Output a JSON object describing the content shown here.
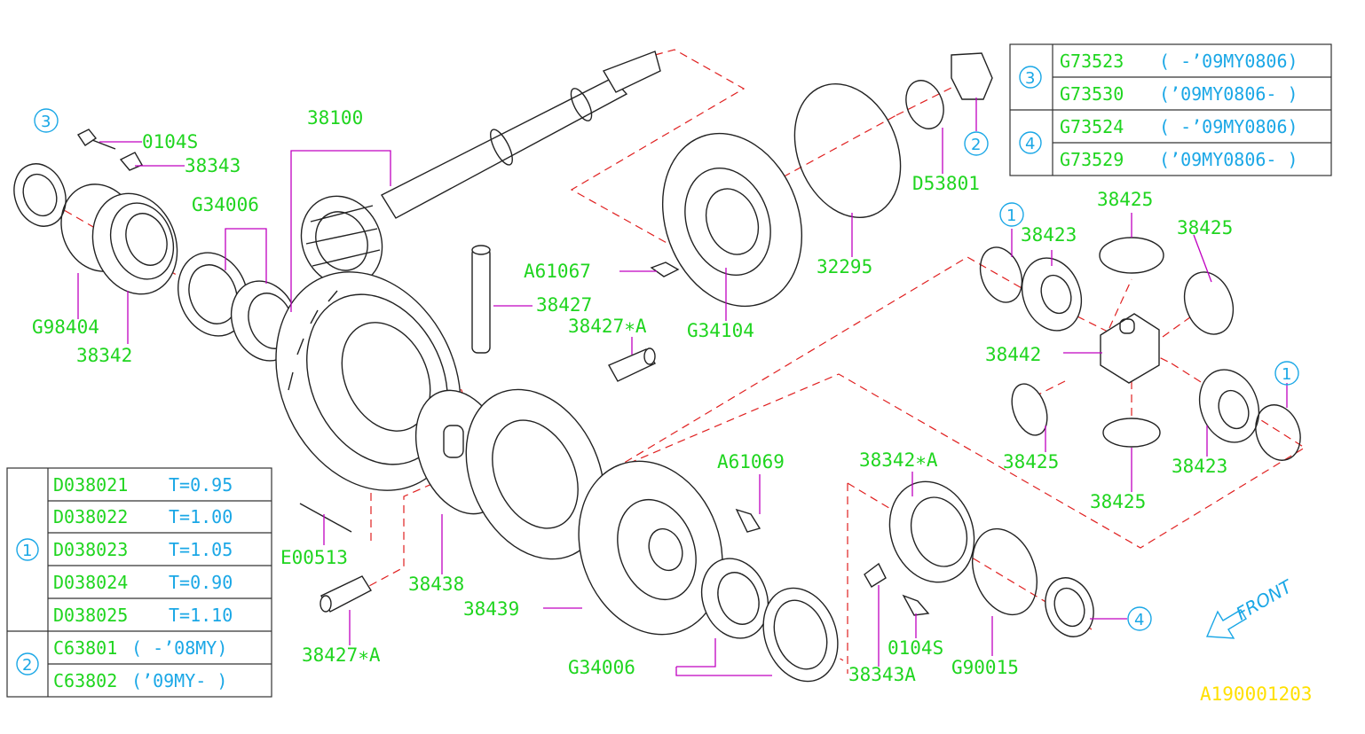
{
  "diagram_id": "A190001203",
  "parts": {
    "p38100": "38100",
    "p0104S_top": "0104S",
    "p38343": "38343",
    "pG34006_top": "G34006",
    "pG98404": "G98404",
    "p38342": "38342",
    "pA61067": "A61067",
    "p38427": "38427",
    "p38427A_top": "38427∗A",
    "pG34104": "G34104",
    "p32295": "32295",
    "pD53801": "D53801",
    "p38423_top": "38423",
    "p38425_top": "38425",
    "p38425_right": "38425",
    "p38442": "38442",
    "p38425_lowleft": "38425",
    "p38423_low": "38423",
    "p38425_bottom": "38425",
    "pA61069": "A61069",
    "p38342A": "38342∗A",
    "pE00513": "E00513",
    "p38438": "38438",
    "p38439": "38439",
    "p38427A_bottom": "38427∗A",
    "pG34006_bottom": "G34006",
    "p0104S_bottom": "0104S",
    "p38343A": "38343A",
    "pG90015": "G90015",
    "front": "FRONT"
  },
  "refs": {
    "r3_left": "3",
    "r2_mid": "2",
    "r1_a": "1",
    "r1_b": "1",
    "r4_bottom": "4"
  },
  "table_top": {
    "rows": [
      {
        "ref": "3",
        "code": "G73523",
        "note": "( -’09MY0806)"
      },
      {
        "ref": "3",
        "code": "G73530",
        "note": "(’09MY0806- )"
      },
      {
        "ref": "4",
        "code": "G73524",
        "note": "( -’09MY0806)"
      },
      {
        "ref": "4",
        "code": "G73529",
        "note": "(’09MY0806- )"
      }
    ],
    "ref3": "3",
    "ref4": "4"
  },
  "table_bottom": {
    "rows": [
      {
        "code": "D038021",
        "note": "T=0.95"
      },
      {
        "code": "D038022",
        "note": "T=1.00"
      },
      {
        "code": "D038023",
        "note": "T=1.05"
      },
      {
        "code": "D038024",
        "note": "T=0.90"
      },
      {
        "code": "D038025",
        "note": "T=1.10"
      },
      {
        "code": "C63801",
        "note": "( -’08MY)"
      },
      {
        "code": "C63802",
        "note": "(’09MY- )"
      }
    ],
    "ref1": "1",
    "ref2": "2"
  },
  "colors": {
    "part_label": "#1fd51f",
    "ref_circle": "#1aa7e6",
    "leader": "#c000c0",
    "dashed_line": "#e02020",
    "diagram_id": "#ffe000"
  }
}
